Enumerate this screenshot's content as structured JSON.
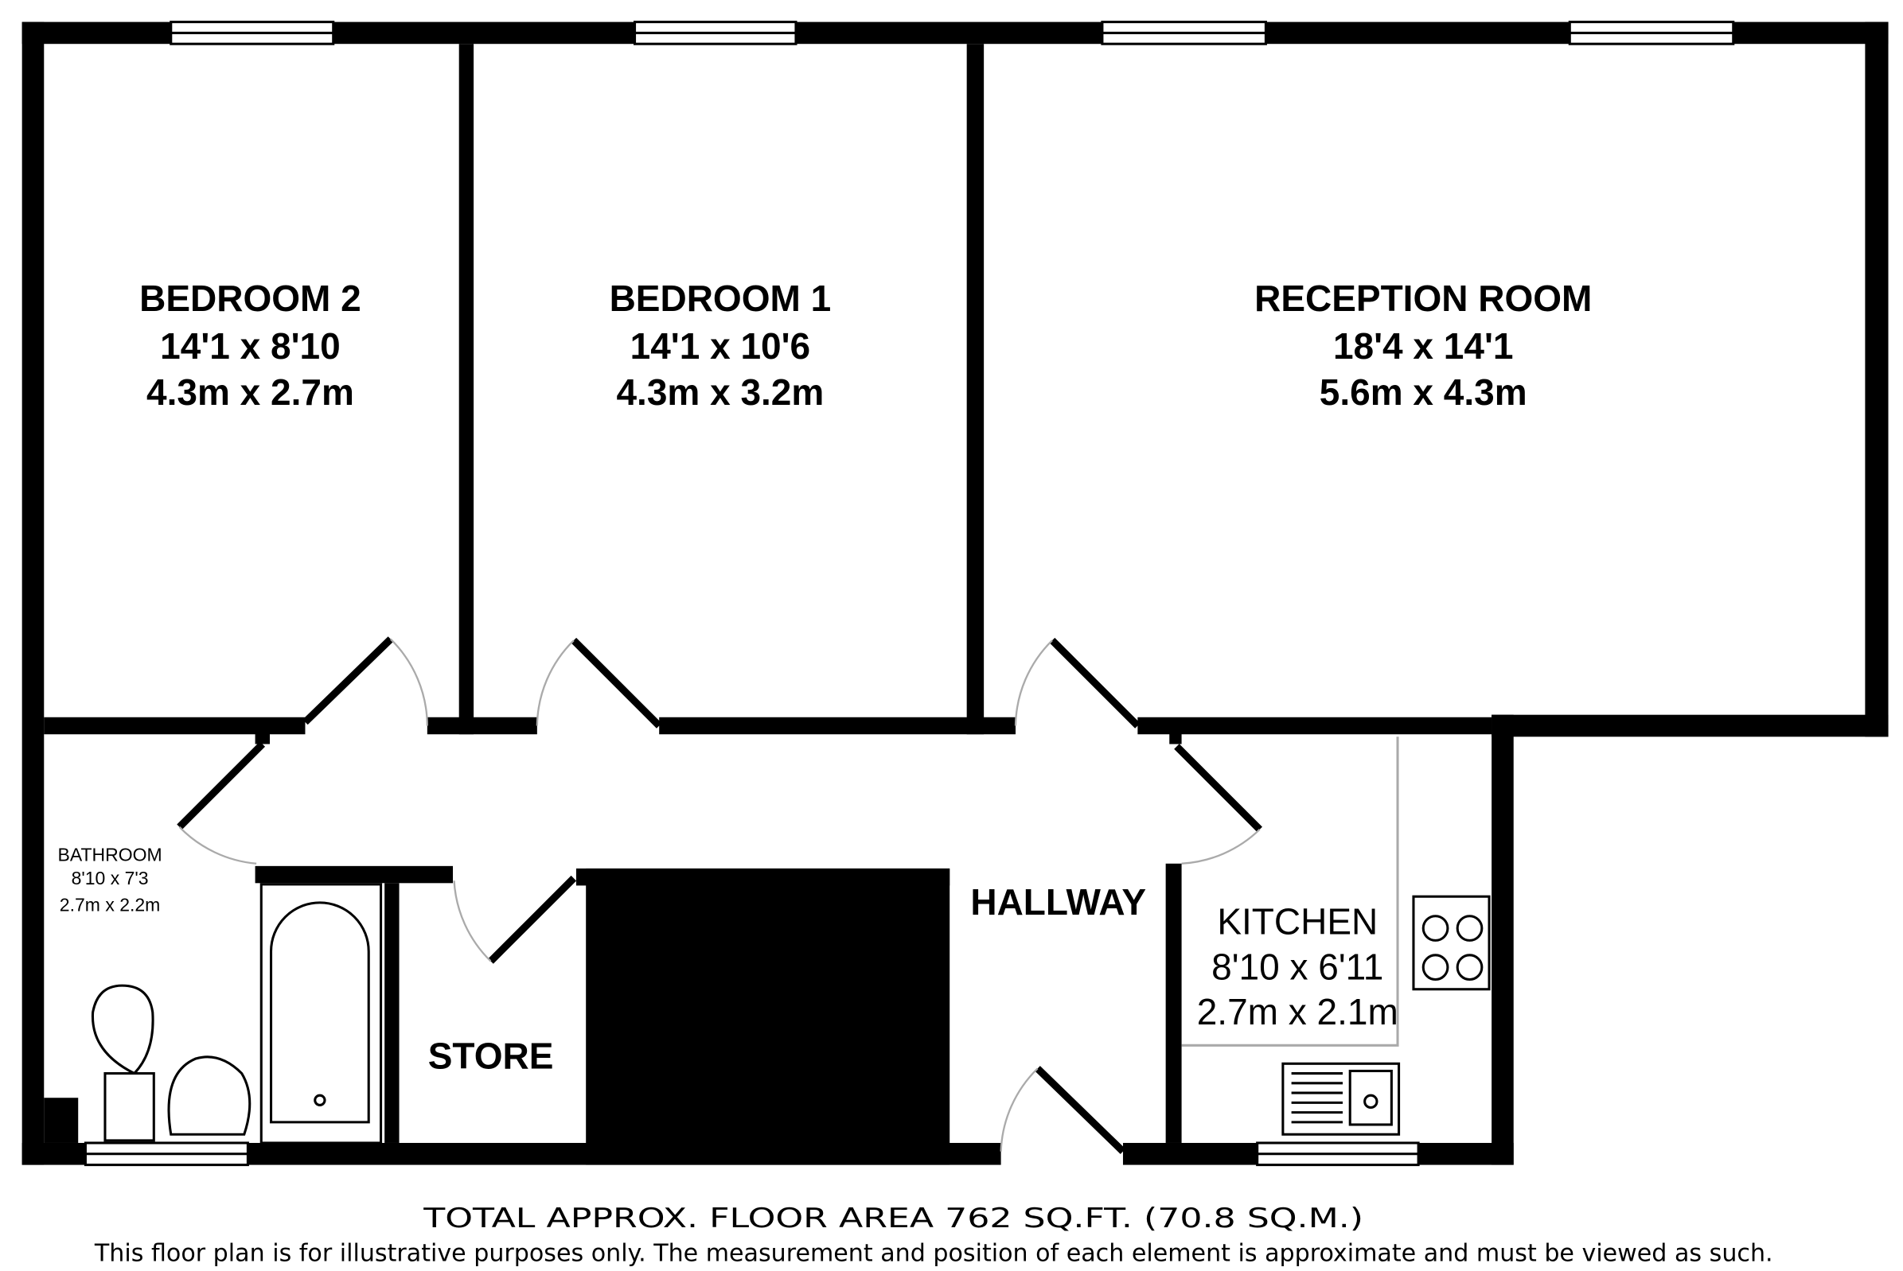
{
  "rooms": {
    "bedroom2": {
      "name": "BEDROOM 2",
      "imperial": "14'1 x 8'10",
      "metric": "4.3m x 2.7m"
    },
    "bedroom1": {
      "name": "BEDROOM 1",
      "imperial": "14'1 x 10'6",
      "metric": "4.3m x 3.2m"
    },
    "reception": {
      "name": "RECEPTION ROOM",
      "imperial": "18'4 x 14'1",
      "metric": "5.6m x 4.3m"
    },
    "bathroom": {
      "name": "BATHROOM",
      "imperial": "8'10 x 7'3",
      "metric": "2.7m x 2.2m"
    },
    "hallway": {
      "name": "HALLWAY"
    },
    "store": {
      "name": "STORE"
    },
    "kitchen": {
      "name": "KITCHEN",
      "imperial": "8'10 x 6'11",
      "metric": "2.7m x 2.1m"
    }
  },
  "footer": {
    "total_area": "TOTAL APPROX. FLOOR AREA 762 SQ.FT. (70.8 SQ.M.)",
    "disclaimer": "This floor plan is for illustrative purposes only. The measurement and position of each element is approximate and must be viewed as such."
  }
}
